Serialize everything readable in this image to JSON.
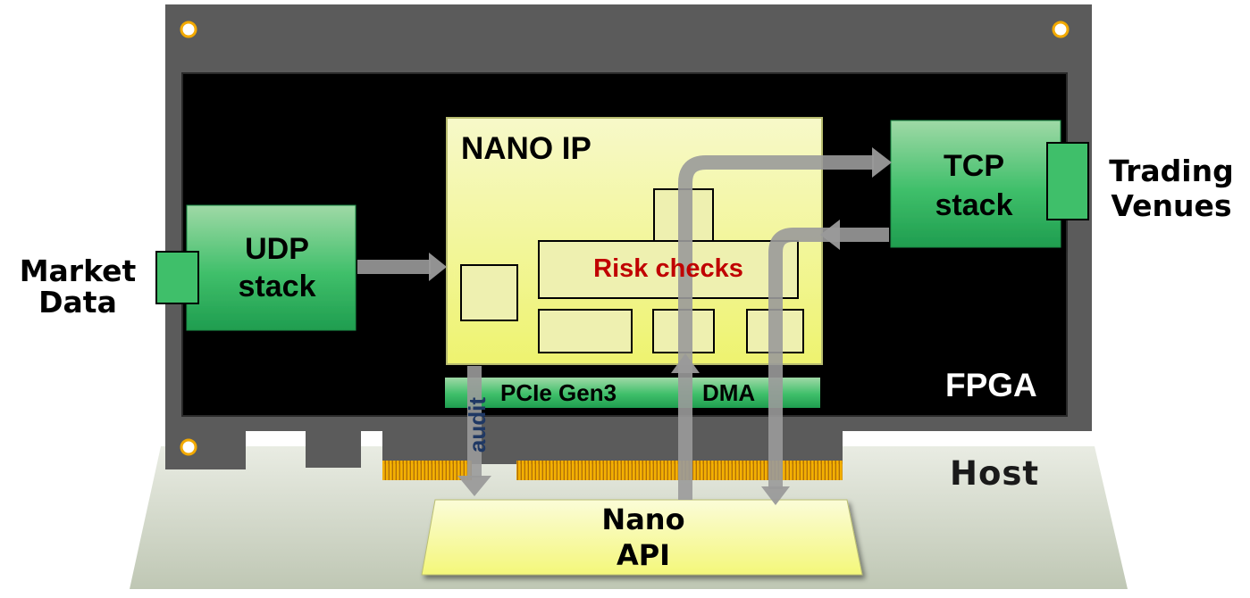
{
  "labels": {
    "market_data": "Market\nData",
    "udp_stack": "UDP\nstack",
    "nano_ip": "NANO IP",
    "risk_checks": "Risk checks",
    "tcp_stack": "TCP\nstack",
    "trading_venues": "Trading\nVenues",
    "fpga": "FPGA",
    "pcie_gen3": "PCIe Gen3",
    "dma": "DMA",
    "audit": "audit",
    "host": "Host",
    "nano_api": "Nano\nAPI"
  },
  "colors": {
    "board": "#5a5a5a",
    "fpga_die": "#000000",
    "stack_green": "#2bb15a",
    "nano_yellow": "#f3f7a8",
    "risk_text": "#c00000",
    "pcie_bar": "#1aa34a",
    "host_plane": "#cdd4c3",
    "gold_pins": "#f2a900",
    "arrow_grey": "#8c8c8c",
    "audit_text": "#1f3864"
  }
}
